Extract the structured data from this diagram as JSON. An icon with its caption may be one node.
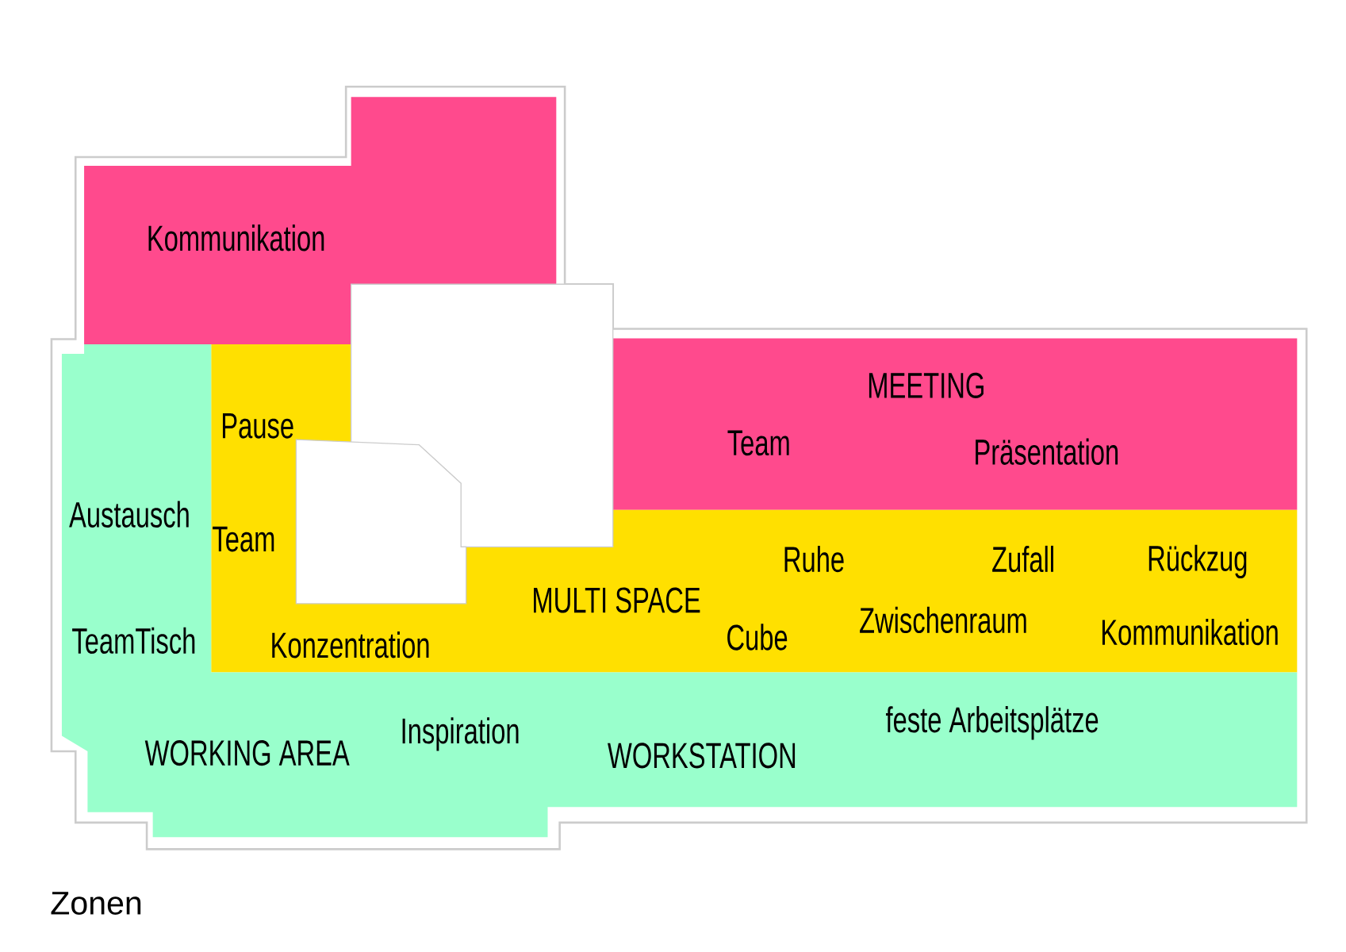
{
  "diagram": {
    "caption": "Zonen",
    "nodes": [
      {
        "text": [
          "Kommunikation"
        ]
      },
      {
        "text": [
          "MEETING",
          "Team",
          "Präsentation"
        ]
      },
      {
        "text": [
          "Pause",
          "Team",
          "Konzentration",
          "MULTI SPACE",
          "Ruhe",
          "Zufall",
          "Rückzug",
          "Cube",
          "Zwischenraum",
          "Kommunikation"
        ]
      },
      {
        "text": [
          "Austausch",
          "TeamTisch",
          "WORKING AREA",
          "Inspiration",
          "WORKSTATION",
          "feste Arbeitsplätze"
        ]
      }
    ]
  }
}
